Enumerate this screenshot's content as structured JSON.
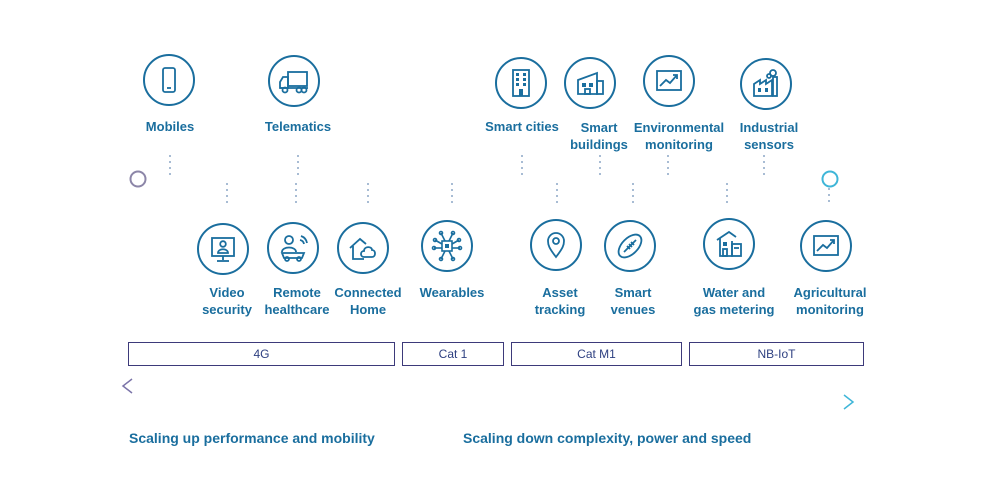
{
  "top_items": [
    {
      "id": "mobiles",
      "label": "Mobiles",
      "icon": "phone-icon"
    },
    {
      "id": "telematics",
      "label": "Telematics",
      "icon": "truck-icon"
    },
    {
      "id": "smart-cities",
      "label": "Smart cities",
      "icon": "building-icon"
    },
    {
      "id": "smart-buildings",
      "label": "Smart\nbuildings",
      "icon": "smart-building-icon"
    },
    {
      "id": "environmental-monitoring",
      "label": "Environmental\nmonitoring",
      "icon": "chart-screen-icon"
    },
    {
      "id": "industrial-sensors",
      "label": "Industrial\nsensors",
      "icon": "factory-icon"
    }
  ],
  "bottom_items": [
    {
      "id": "video-security",
      "label": "Video\nsecurity",
      "icon": "video-monitor-icon"
    },
    {
      "id": "remote-healthcare",
      "label": "Remote\nhealthcare",
      "icon": "ambulance-icon"
    },
    {
      "id": "connected-home",
      "label": "Connected\nHome",
      "icon": "cloud-home-icon"
    },
    {
      "id": "wearables",
      "label": "Wearables",
      "icon": "chip-icon"
    },
    {
      "id": "asset-tracking",
      "label": "Asset\ntracking",
      "icon": "location-pin-icon"
    },
    {
      "id": "smart-venues",
      "label": "Smart\nvenues",
      "icon": "football-icon"
    },
    {
      "id": "water-gas-metering",
      "label": "Water and\ngas metering",
      "icon": "meter-house-icon"
    },
    {
      "id": "agricultural-monitoring",
      "label": "Agricultural\nmonitoring",
      "icon": "chart-screen-icon"
    }
  ],
  "bands": [
    {
      "id": "4g",
      "label": "4G"
    },
    {
      "id": "cat1",
      "label": "Cat 1"
    },
    {
      "id": "catm1",
      "label": "Cat M1"
    },
    {
      "id": "nbiot",
      "label": "NB-IoT"
    }
  ],
  "captions": {
    "left": "Scaling up performance and mobility",
    "right": "Scaling down complexity, power and speed"
  },
  "colors": {
    "primary": "#1a6e9e",
    "band_border": "#3d3a7a",
    "timeline_start": "#8c86a8",
    "timeline_end": "#3fb6d8"
  }
}
